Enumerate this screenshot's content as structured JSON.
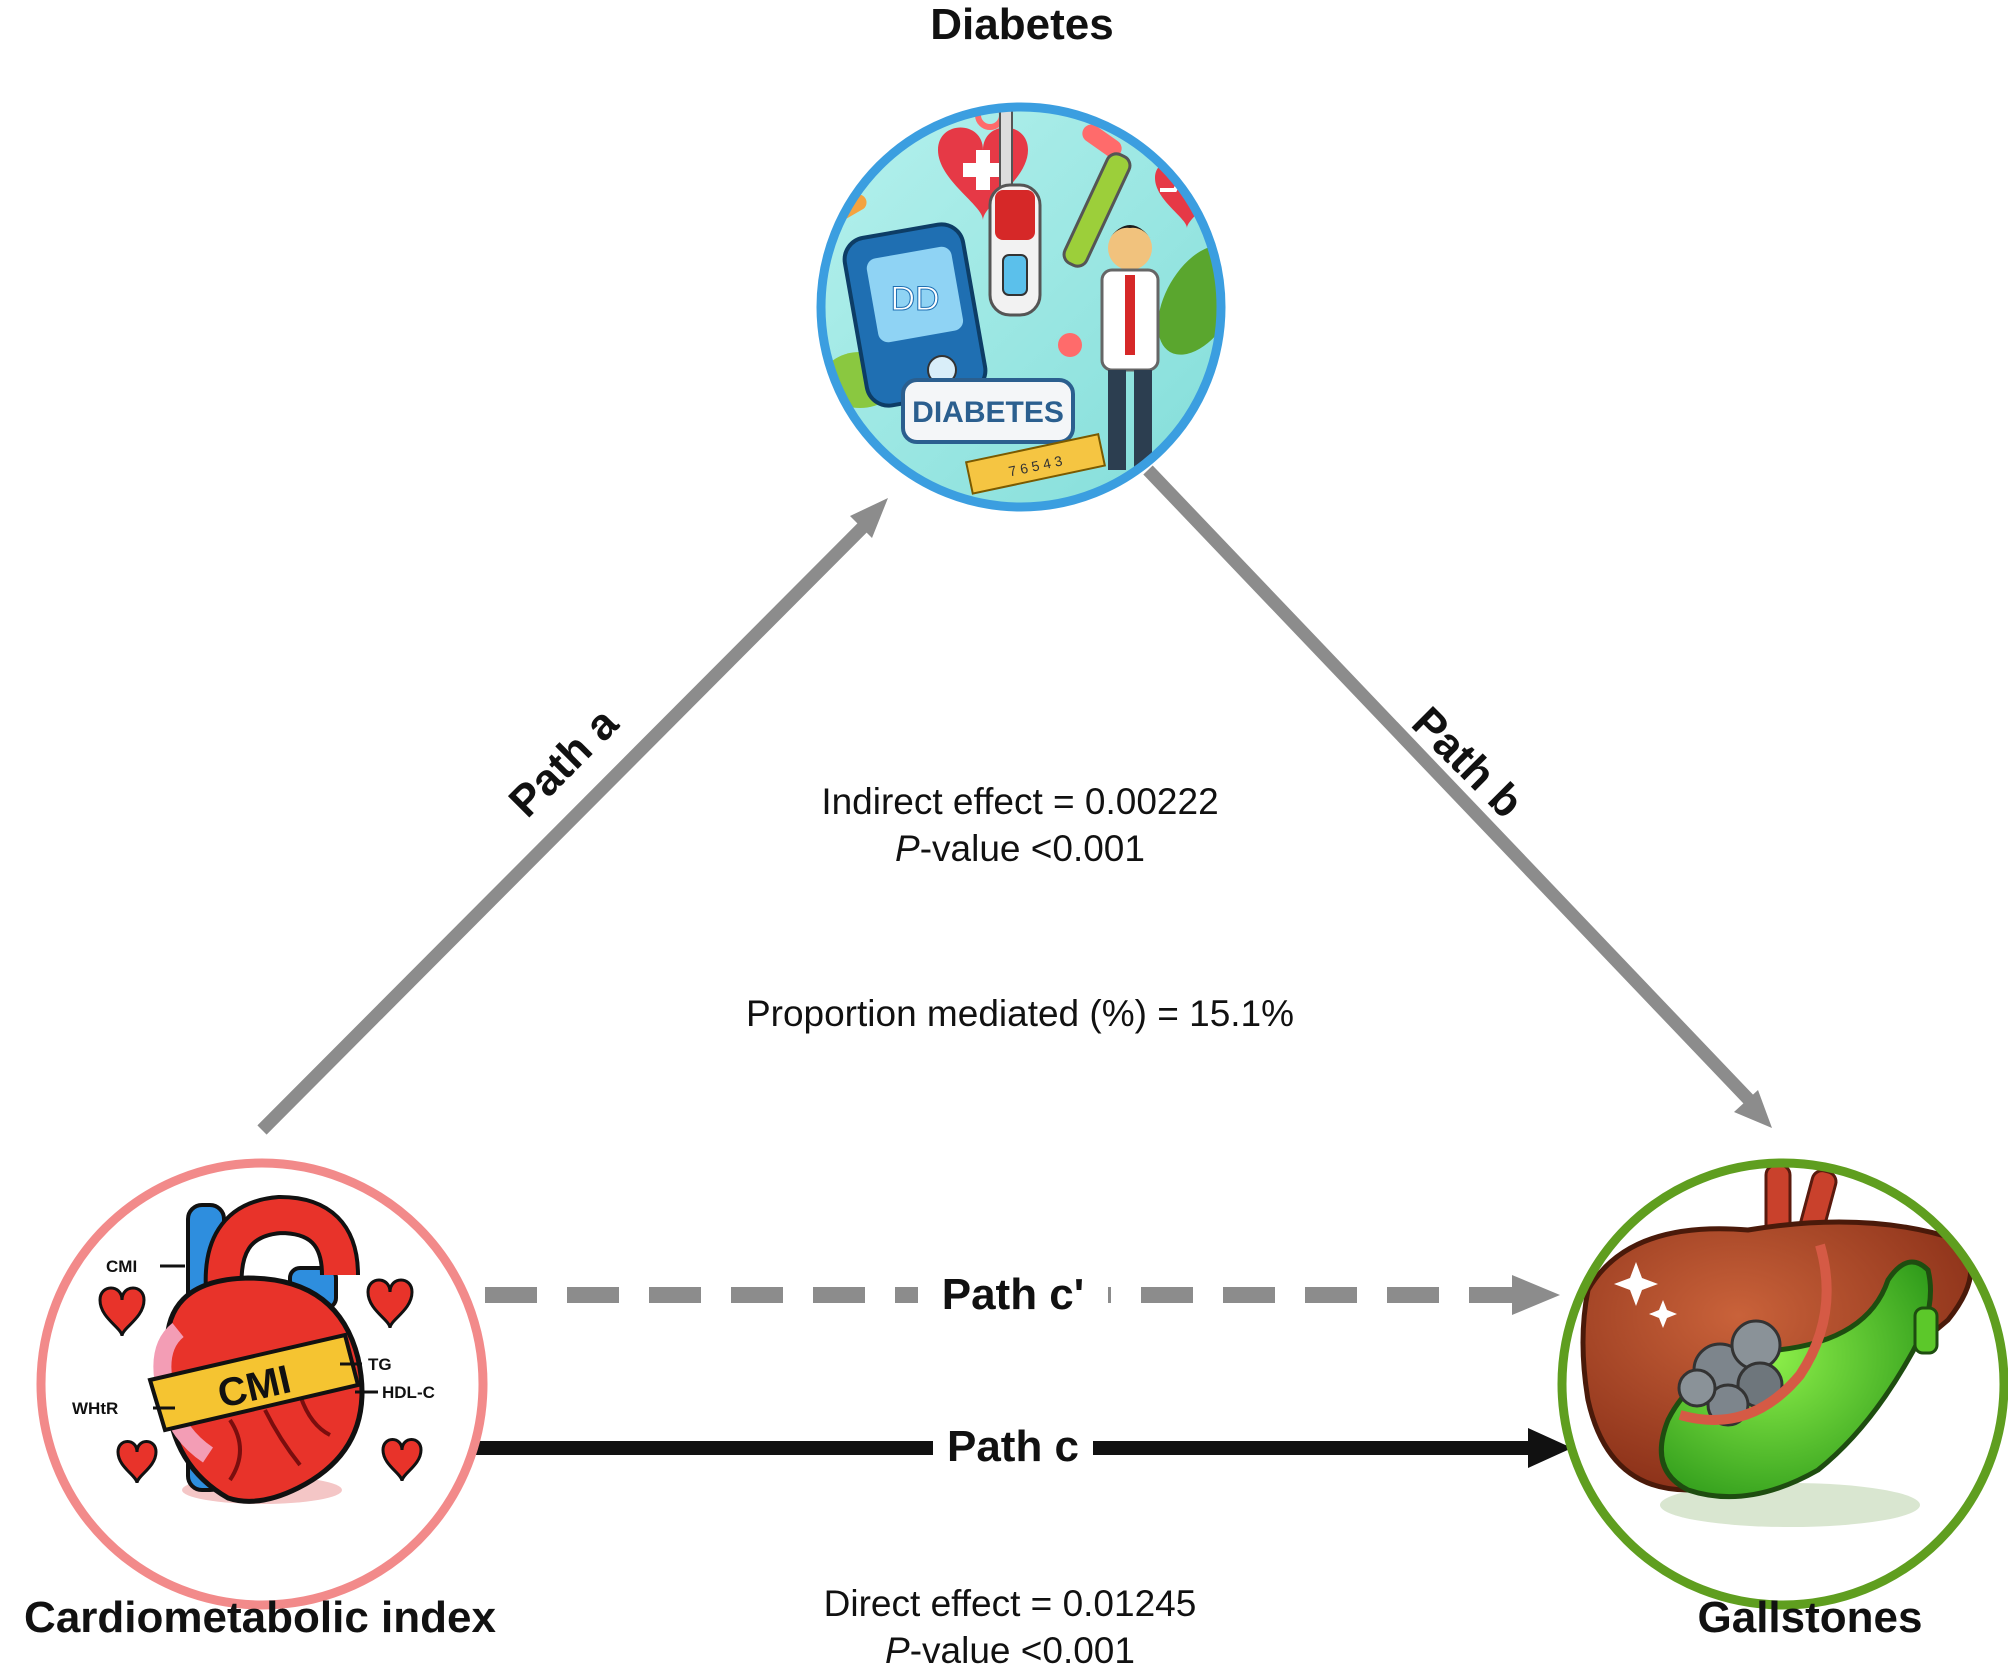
{
  "nodes": {
    "diabetes": {
      "label": "Diabetes",
      "illustration_text": "DIABETES",
      "screen_text": "DD",
      "ruler_text": "7 6 5 4 3",
      "ring_color": "#3b9ee0"
    },
    "cmi": {
      "label": "Cardiometabolic index",
      "illustration_text": "CMI",
      "callouts": [
        "CMI",
        "WHtR",
        "TG",
        "HDL-C"
      ],
      "ring_color": "#f28a8a"
    },
    "gallstones": {
      "label": "Gallstones",
      "ring_color": "#5f9e1f"
    }
  },
  "paths": {
    "a": {
      "label": "Path a",
      "color": "#8c8c8c"
    },
    "b": {
      "label": "Path b",
      "color": "#8c8c8c"
    },
    "c_prime": {
      "label": "Path c'",
      "color": "#8c8c8c",
      "style": "dashed"
    },
    "c": {
      "label": "Path c",
      "color": "#111111",
      "style": "solid"
    }
  },
  "indirect": {
    "effect_text": "Indirect effect = 0.00222",
    "p_prefix": "P",
    "p_suffix": "-value <0.001"
  },
  "proportion_text": "Proportion mediated (%) = 15.1%",
  "direct": {
    "effect_text": "Direct effect = 0.01245",
    "p_prefix": "P",
    "p_suffix": "-value <0.001"
  }
}
